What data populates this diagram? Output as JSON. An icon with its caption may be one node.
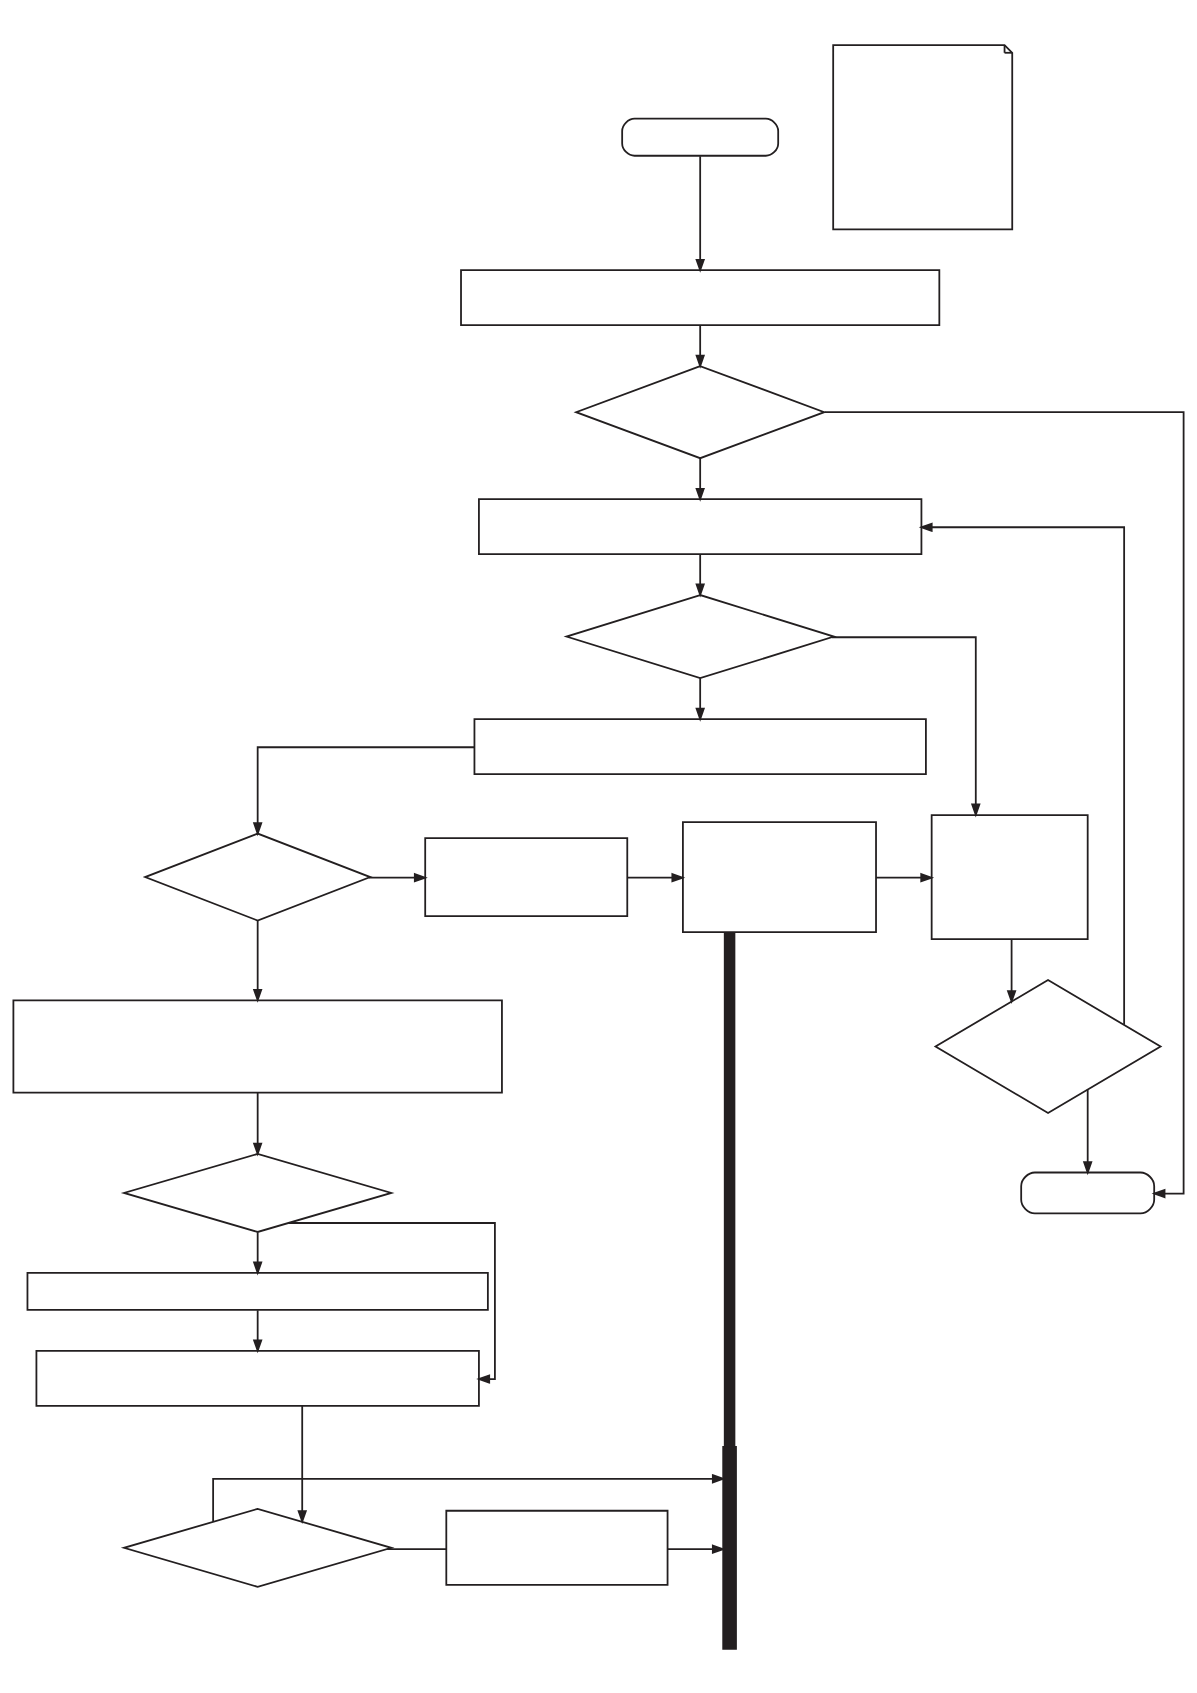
{
  "diagram": {
    "nodes": [
      {
        "text": [],
        "shape": "rounded"
      },
      {
        "text": [],
        "shape": "document"
      },
      {
        "text": [],
        "shape": "box"
      },
      {
        "text": [],
        "shape": "diamond"
      },
      {
        "text": [],
        "shape": "box"
      },
      {
        "text": [],
        "shape": "diamond"
      },
      {
        "text": [],
        "shape": "box"
      },
      {
        "text": [],
        "shape": "diamond"
      },
      {
        "text": [],
        "shape": "box"
      },
      {
        "text": [],
        "shape": "box"
      },
      {
        "text": [],
        "shape": "box"
      },
      {
        "text": [],
        "shape": "box"
      },
      {
        "text": [],
        "shape": "bar"
      },
      {
        "text": [],
        "shape": "diamond"
      },
      {
        "text": [],
        "shape": "diamond"
      },
      {
        "text": [],
        "shape": "box"
      },
      {
        "text": [],
        "shape": "box"
      },
      {
        "text": [],
        "shape": "diamond"
      },
      {
        "text": [],
        "shape": "box"
      },
      {
        "text": [],
        "shape": "stadium"
      }
    ],
    "edges": [
      {
        "from": 0,
        "to": 2,
        "arrow": "to"
      },
      {
        "from": 2,
        "to": 3,
        "arrow": "to"
      },
      {
        "from": 3,
        "to": 19,
        "arrow": "to"
      },
      {
        "from": 3,
        "to": 4,
        "arrow": "to"
      },
      {
        "from": 4,
        "to": 5,
        "arrow": "to"
      },
      {
        "from": 5,
        "to": 10,
        "arrow": "to"
      },
      {
        "from": 5,
        "to": 6,
        "arrow": "to"
      },
      {
        "from": 6,
        "to": 7,
        "arrow": "to"
      },
      {
        "from": 7,
        "to": 8,
        "arrow": "to"
      },
      {
        "from": 7,
        "to": 11,
        "arrow": "to"
      },
      {
        "from": 8,
        "to": 9,
        "arrow": "to"
      },
      {
        "from": 9,
        "to": 10,
        "arrow": "to"
      },
      {
        "from": 10,
        "to": 14,
        "arrow": "to"
      },
      {
        "from": 14,
        "to": 4,
        "arrow": "to"
      },
      {
        "from": 14,
        "to": 19,
        "arrow": "to"
      },
      {
        "from": 11,
        "to": 13,
        "arrow": "to"
      },
      {
        "from": 13,
        "to": 15,
        "arrow": "to"
      },
      {
        "from": 13,
        "to": 16,
        "arrow": "to"
      },
      {
        "from": 15,
        "to": 16,
        "arrow": "to"
      },
      {
        "from": 16,
        "to": 17,
        "arrow": "to"
      },
      {
        "from": 17,
        "to": 18,
        "arrow": "none"
      },
      {
        "from": 18,
        "to": 12,
        "arrow": "to"
      },
      {
        "from": 17,
        "to": 12,
        "arrow": "to"
      },
      {
        "from": 12,
        "to": 9,
        "arrow": "none",
        "style": "thick"
      }
    ]
  }
}
